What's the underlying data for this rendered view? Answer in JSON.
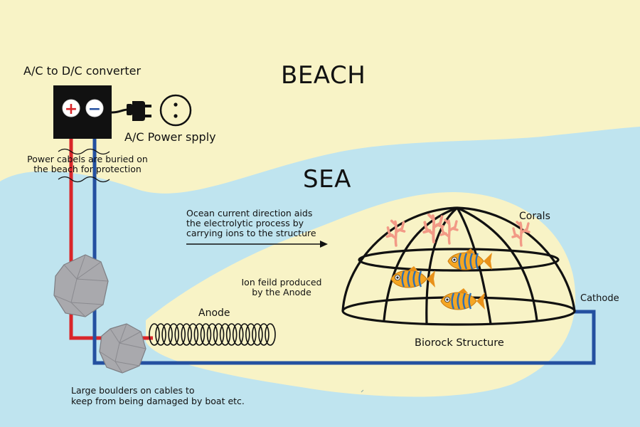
{
  "labels": {
    "beach": "BEACH",
    "sea": "SEA",
    "converter": "A/C to D/C converter",
    "power_supply": "A/C Power spply",
    "cables_buried": "Power cabels are buried on\nthe beach for protection",
    "current": "Ocean current direction aids\nthe electrolytic process by\ncarrying ions to the structure",
    "corals": "Corals",
    "ion_field": "Ion feild produced\nby the Anode",
    "cathode": "Cathode",
    "anode": "Anode",
    "biorock": "Biorock Structure",
    "boulders": "Large boulders on cables to\nkeep from being damaged by boat etc."
  },
  "symbols": {
    "plus": "+",
    "minus": "−"
  },
  "colors": {
    "beach": "#f8f3c6",
    "sea": "#bfe4ef",
    "positive_cable": "#d9262a",
    "negative_cable": "#2450a0",
    "coral": "#f29a86",
    "fish_body": "#f5a623",
    "fish_stripe": "#2c6fb5",
    "boulder": "#a9a9ad"
  }
}
